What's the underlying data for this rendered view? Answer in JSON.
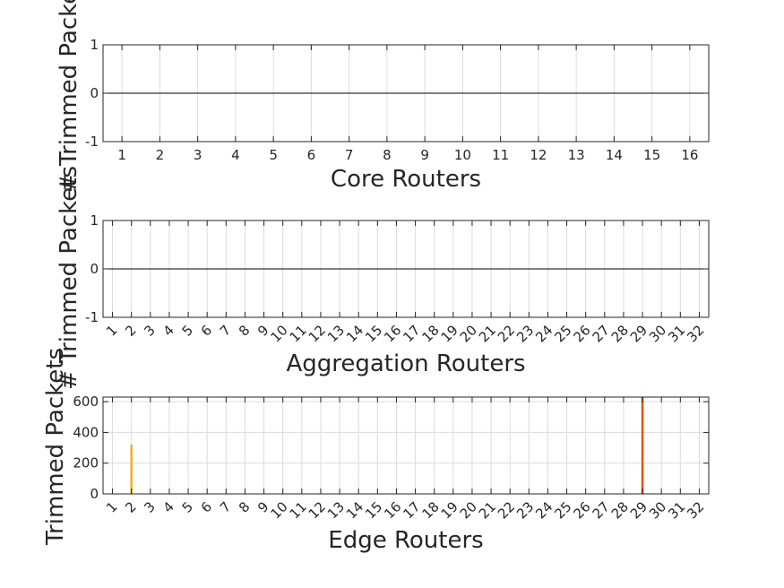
{
  "chart_data": [
    {
      "type": "bar",
      "xlabel": "Core Routers",
      "ylabel": "# Trimmed Packets",
      "categories": [
        "1",
        "2",
        "3",
        "4",
        "5",
        "6",
        "7",
        "8",
        "9",
        "10",
        "11",
        "12",
        "13",
        "14",
        "15",
        "16"
      ],
      "yticks": [
        "-1",
        "0",
        "1"
      ],
      "ylim": [
        -1,
        1
      ],
      "grid": true,
      "series": [
        {
          "values": [
            0,
            0,
            0,
            0,
            0,
            0,
            0,
            0,
            0,
            0,
            0,
            0,
            0,
            0,
            0,
            0
          ],
          "color": "#000000"
        }
      ]
    },
    {
      "type": "bar",
      "xlabel": "Aggregation Routers",
      "ylabel": "# Trimmed Packets",
      "categories": [
        "1",
        "2",
        "3",
        "4",
        "5",
        "6",
        "7",
        "8",
        "9",
        "10",
        "11",
        "12",
        "13",
        "14",
        "15",
        "16",
        "17",
        "18",
        "19",
        "20",
        "21",
        "22",
        "23",
        "24",
        "25",
        "26",
        "27",
        "28",
        "29",
        "30",
        "31",
        "32"
      ],
      "yticks": [
        "-1",
        "0",
        "1"
      ],
      "ylim": [
        -1,
        1
      ],
      "grid": true,
      "series": [
        {
          "values": [
            0,
            0,
            0,
            0,
            0,
            0,
            0,
            0,
            0,
            0,
            0,
            0,
            0,
            0,
            0,
            0,
            0,
            0,
            0,
            0,
            0,
            0,
            0,
            0,
            0,
            0,
            0,
            0,
            0,
            0,
            0,
            0
          ],
          "color": "#000000"
        }
      ]
    },
    {
      "type": "bar",
      "xlabel": "Edge Routers",
      "ylabel": "Trimmed Packets",
      "categories": [
        "1",
        "2",
        "3",
        "4",
        "5",
        "6",
        "7",
        "8",
        "9",
        "10",
        "11",
        "12",
        "13",
        "14",
        "15",
        "16",
        "17",
        "18",
        "19",
        "20",
        "21",
        "22",
        "23",
        "24",
        "25",
        "26",
        "27",
        "28",
        "29",
        "30",
        "31",
        "32"
      ],
      "yticks": [
        "0",
        "200",
        "400",
        "600"
      ],
      "ylim": [
        0,
        630
      ],
      "grid": true,
      "series": [
        {
          "values": [
            0,
            320,
            0,
            0,
            0,
            0,
            0,
            0,
            0,
            0,
            0,
            0,
            0,
            0,
            0,
            0,
            0,
            0,
            0,
            0,
            0,
            0,
            0,
            0,
            0,
            0,
            0,
            0,
            0,
            0,
            0,
            0
          ],
          "color": "#EDB120"
        },
        {
          "values": [
            0,
            0,
            0,
            0,
            0,
            0,
            0,
            0,
            0,
            0,
            0,
            0,
            0,
            0,
            0,
            0,
            0,
            0,
            0,
            0,
            0,
            0,
            0,
            0,
            0,
            0,
            0,
            0,
            630,
            0,
            0,
            0
          ],
          "color": "#D95319"
        }
      ]
    }
  ]
}
